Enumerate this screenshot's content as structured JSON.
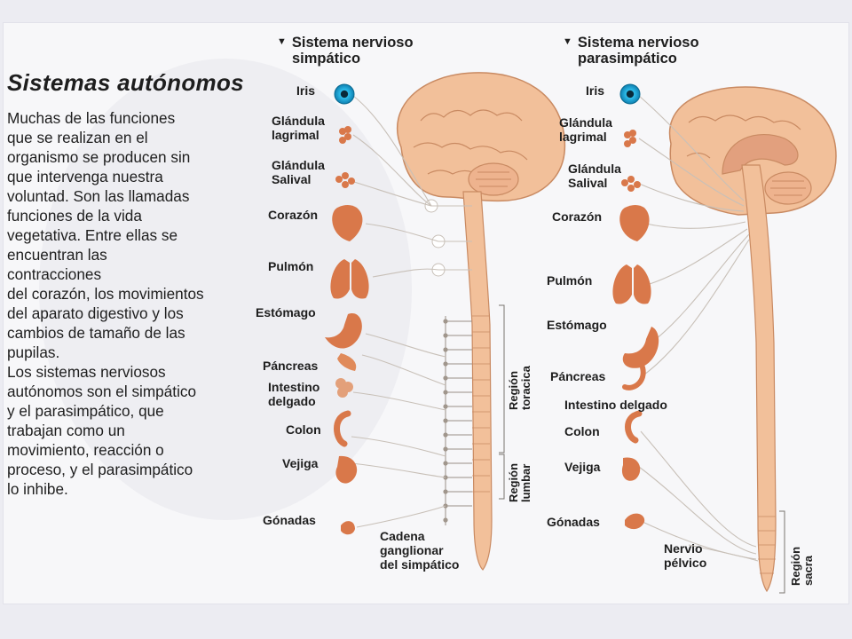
{
  "title": "Sistemas autónomos",
  "paragraphs": [
    "Muchas de las funciones\nque se realizan en el\norganismo se producen sin\nque intervenga nuestra\nvoluntad. Son las llamadas\nfunciones de la vida\nvegetativa. Entre ellas se\nencuentran las\ncontracciones\ndel corazón, los movimientos\ndel aparato digestivo y los\ncambios de tamaño de las\npupilas.",
    "Los sistemas nerviosos\nautónomos son el simpático\ny el parasimpático, que\ntrabajan como un\nmovimiento, reacción o\nproceso, y el parasimpático\nlo inhibe."
  ],
  "sympathetic": {
    "title_line1": "Sistema nervioso",
    "title_line2": "simpático",
    "organs": {
      "iris": "Iris",
      "lacrimal": "Glándula\nlagrimal",
      "salival": "Glándula\nSalival",
      "heart": "Corazón",
      "lung": "Pulmón",
      "stomach": "Estómago",
      "pancreas": "Páncreas",
      "small_intestine": "Intestino\ndelgado",
      "colon": "Colon",
      "bladder": "Vejiga",
      "gonads": "Gónadas"
    },
    "chain_label": "Cadena\nganglionar\ndel simpático",
    "region_thoracic": "Región\ntoracica",
    "region_lumbar": "Región\nlumbar"
  },
  "parasympathetic": {
    "title_line1": "Sistema nervioso",
    "title_line2": "parasimpático",
    "organs": {
      "iris": "Iris",
      "lacrimal": "Glándula\nlagrimal",
      "salival": "Glándula\nSalival",
      "heart": "Corazón",
      "lung": "Pulmón",
      "stomach": "Estómago",
      "pancreas": "Páncreas",
      "small_intestine": "Intestino delgado",
      "colon": "Colon",
      "bladder": "Vejiga",
      "gonads": "Gónadas"
    },
    "pelvic_nerve": "Nervio\npélvico",
    "region_sacral": "Región\nsacra"
  },
  "colors": {
    "brain": "#f2c09a",
    "brain_stroke": "#c98a62",
    "organ": "#d9784a",
    "eye_blue": "#18a6d8",
    "nerve_line": "#c8c0b8",
    "text": "#1e1e1e"
  }
}
